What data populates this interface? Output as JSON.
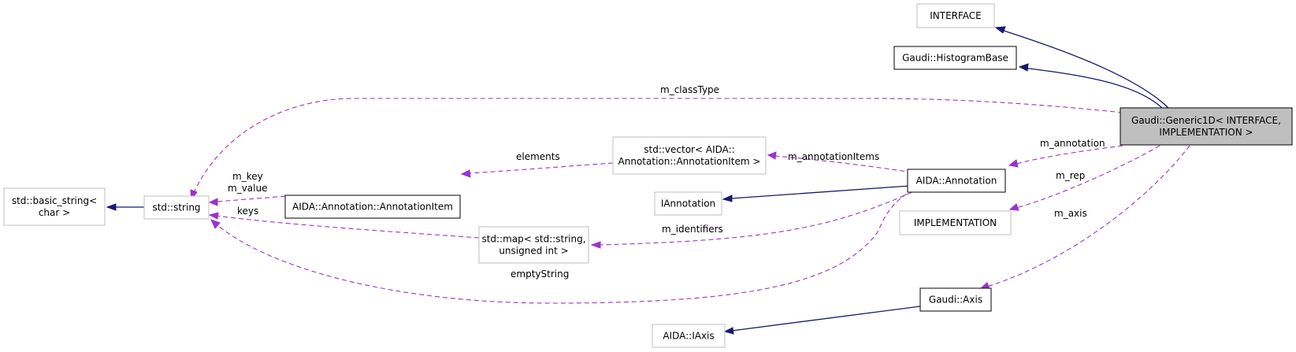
{
  "nodes": {
    "interface": {
      "lines": [
        "INTERFACE"
      ],
      "style": "grey"
    },
    "histogram_base": {
      "lines": [
        "Gaudi::HistogramBase"
      ],
      "style": "black"
    },
    "generic1d": {
      "lines": [
        "Gaudi::Generic1D< INTERFACE,",
        "IMPLEMENTATION >"
      ],
      "style": "focus"
    },
    "basic_string": {
      "lines": [
        "std::basic_string<",
        "char >"
      ],
      "style": "grey"
    },
    "std_string": {
      "lines": [
        "std::string"
      ],
      "style": "grey"
    },
    "annotation_item": {
      "lines": [
        "AIDA::Annotation::AnnotationItem"
      ],
      "style": "black"
    },
    "vector": {
      "lines": [
        "std::vector< AIDA::",
        "Annotation::AnnotationItem >"
      ],
      "style": "grey"
    },
    "iannotation": {
      "lines": [
        "IAnnotation"
      ],
      "style": "grey"
    },
    "annotation": {
      "lines": [
        "AIDA::Annotation"
      ],
      "style": "black"
    },
    "map": {
      "lines": [
        "std::map< std::string,",
        "unsigned int >"
      ],
      "style": "grey"
    },
    "implementation": {
      "lines": [
        "IMPLEMENTATION"
      ],
      "style": "grey"
    },
    "axis": {
      "lines": [
        "Gaudi::Axis"
      ],
      "style": "black"
    },
    "iaxis": {
      "lines": [
        "AIDA::IAxis"
      ],
      "style": "grey"
    }
  },
  "edge_labels": {
    "m_classType": "m_classType",
    "m_annotation": "m_annotation",
    "m_rep": "m_rep",
    "m_axis": "m_axis",
    "elements": "elements",
    "m_annotationItems": "m_annotationItems",
    "m_key": "m_key",
    "m_value": "m_value",
    "keys": "keys",
    "m_identifiers": "m_identifiers",
    "emptyString": "emptyString"
  },
  "colors": {
    "inheritance": "#191970",
    "usage": "#9a32cd",
    "focus_fill": "#bfbfbf",
    "grey_border": "#bfbfbf"
  }
}
